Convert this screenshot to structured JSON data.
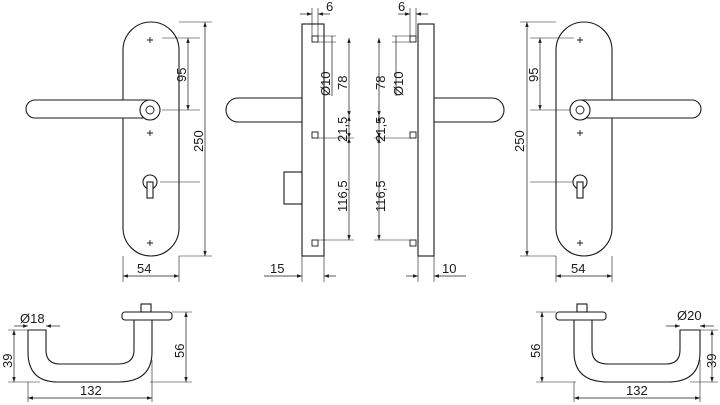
{
  "drawing": {
    "front_left": {
      "width_dim": "54",
      "handle_spacing_dim": "95",
      "plate_length_dim": "250"
    },
    "side_left": {
      "top_dim": "6",
      "diameter_dim": "Ø10",
      "upper_dim": "78",
      "middle_dim": "21,5",
      "lower_dim": "116,5",
      "thickness_dim": "15"
    },
    "side_right": {
      "top_dim": "6",
      "diameter_dim": "Ø10",
      "upper_dim": "78",
      "middle_dim": "21,5",
      "lower_dim": "116,5",
      "thickness_dim": "10"
    },
    "front_right": {
      "width_dim": "54",
      "handle_spacing_dim": "95",
      "plate_length_dim": "250"
    },
    "lever_left": {
      "diameter_dim": "Ø18",
      "depth_dim": "39",
      "height_dim": "56",
      "length_dim": "132"
    },
    "lever_right": {
      "diameter_dim": "Ø20",
      "depth_dim": "39",
      "height_dim": "56",
      "length_dim": "132"
    }
  }
}
